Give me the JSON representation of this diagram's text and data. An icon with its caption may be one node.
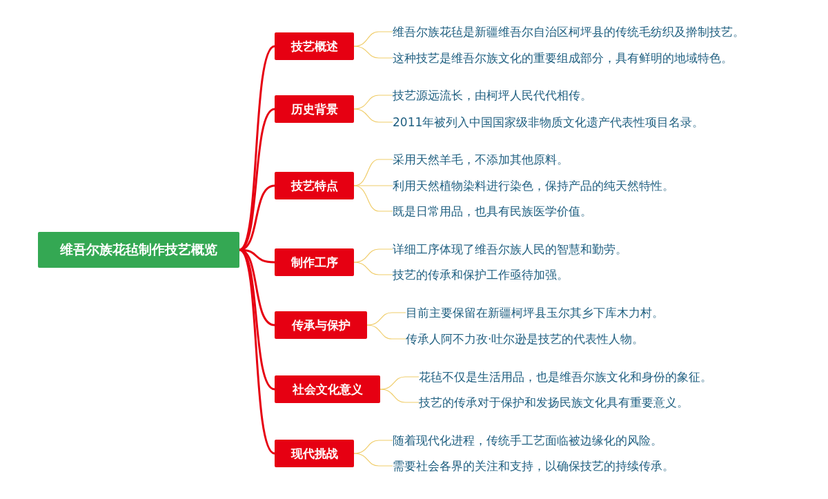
{
  "diagram": {
    "nodes": [
      {
        "text": [
          "维吾尔族花毡制作技艺概览"
        ]
      },
      {
        "text": [
          "技艺概述"
        ]
      },
      {
        "text": [
          "维吾尔族花毡是新疆维吾尔自治区柯坪县的传统毛纺织及擀制技艺。"
        ]
      },
      {
        "text": [
          "这种技艺是维吾尔族文化的重要组成部分，具有鲜明的地域特色。"
        ]
      },
      {
        "text": [
          "历史背景"
        ]
      },
      {
        "text": [
          "技艺源远流长，由柯坪人民代代相传。"
        ]
      },
      {
        "text": [
          "2011年被列入中国国家级非物质文化遗产代表性项目名录。"
        ]
      },
      {
        "text": [
          "技艺特点"
        ]
      },
      {
        "text": [
          "采用天然羊毛，不添加其他原料。"
        ]
      },
      {
        "text": [
          "利用天然植物染料进行染色，保持产品的纯天然特性。"
        ]
      },
      {
        "text": [
          "既是日常用品，也具有民族医学价值。"
        ]
      },
      {
        "text": [
          "制作工序"
        ]
      },
      {
        "text": [
          "详细工序体现了维吾尔族人民的智慧和勤劳。"
        ]
      },
      {
        "text": [
          "技艺的传承和保护工作亟待加强。"
        ]
      },
      {
        "text": [
          "传承与保护"
        ]
      },
      {
        "text": [
          "目前主要保留在新疆柯坪县玉尔其乡下库木力村。"
        ]
      },
      {
        "text": [
          "传承人阿不力孜·吐尔逊是技艺的代表性人物。"
        ]
      },
      {
        "text": [
          "社会文化意义"
        ]
      },
      {
        "text": [
          "花毡不仅是生活用品，也是维吾尔族文化和身份的象征。"
        ]
      },
      {
        "text": [
          "技艺的传承对于保护和发扬民族文化具有重要意义。"
        ]
      },
      {
        "text": [
          "现代挑战"
        ]
      },
      {
        "text": [
          "随着现代化进程，传统手工艺面临被边缘化的风险。"
        ]
      },
      {
        "text": [
          "需要社会各界的关注和支持，以确保技艺的持续传承。"
        ]
      }
    ],
    "edges": [
      {
        "from": 0,
        "to": 1,
        "arrow": "none",
        "style": "thick",
        "color": "#e60012"
      },
      {
        "from": 0,
        "to": 4,
        "arrow": "none",
        "style": "thick",
        "color": "#e60012"
      },
      {
        "from": 0,
        "to": 7,
        "arrow": "none",
        "style": "thick",
        "color": "#e60012"
      },
      {
        "from": 0,
        "to": 11,
        "arrow": "none",
        "style": "thick",
        "color": "#e60012"
      },
      {
        "from": 0,
        "to": 14,
        "arrow": "none",
        "style": "thick",
        "color": "#e60012"
      },
      {
        "from": 0,
        "to": 17,
        "arrow": "none",
        "style": "thick",
        "color": "#e60012"
      },
      {
        "from": 0,
        "to": 20,
        "arrow": "none",
        "style": "thick",
        "color": "#e60012"
      },
      {
        "from": 1,
        "to": 2,
        "arrow": "none"
      },
      {
        "from": 1,
        "to": 3,
        "arrow": "none"
      },
      {
        "from": 4,
        "to": 5,
        "arrow": "none"
      },
      {
        "from": 4,
        "to": 6,
        "arrow": "none"
      },
      {
        "from": 7,
        "to": 8,
        "arrow": "none"
      },
      {
        "from": 7,
        "to": 9,
        "arrow": "none"
      },
      {
        "from": 7,
        "to": 10,
        "arrow": "none"
      },
      {
        "from": 11,
        "to": 12,
        "arrow": "none"
      },
      {
        "from": 11,
        "to": 13,
        "arrow": "none"
      },
      {
        "from": 14,
        "to": 15,
        "arrow": "none"
      },
      {
        "from": 14,
        "to": 16,
        "arrow": "none"
      },
      {
        "from": 17,
        "to": 18,
        "arrow": "none"
      },
      {
        "from": 17,
        "to": 19,
        "arrow": "none"
      },
      {
        "from": 20,
        "to": 21,
        "arrow": "none"
      },
      {
        "from": 20,
        "to": 22,
        "arrow": "none"
      }
    ]
  }
}
